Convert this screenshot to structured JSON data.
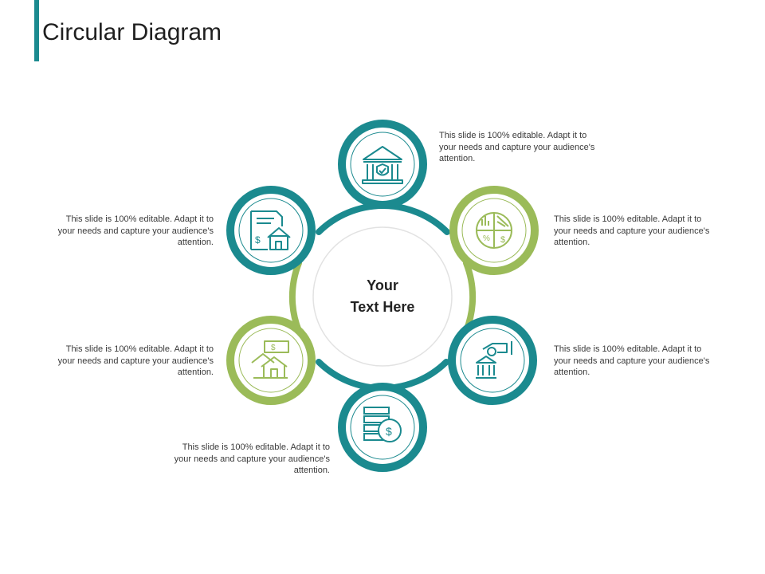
{
  "title": "Circular Diagram",
  "center_text": "Your\nText Here",
  "colors": {
    "teal": "#1b8a8f",
    "green": "#9bbb59",
    "accent_bar": "#1b8a8f"
  },
  "nodes": [
    {
      "id": "top",
      "icon": "bank-shield-icon",
      "color": "teal",
      "text": "This slide is 100% editable. Adapt it to your needs and capture your audience's attention."
    },
    {
      "id": "upper-right",
      "icon": "chart-percent-dollar-icon",
      "color": "green",
      "text": "This slide is 100% editable. Adapt it to your needs and capture your audience's attention."
    },
    {
      "id": "lower-right",
      "icon": "hand-coin-bank-icon",
      "color": "teal",
      "text": "This slide is 100% editable. Adapt it to your needs and capture your audience's attention."
    },
    {
      "id": "bottom",
      "icon": "coins-dollar-icon",
      "color": "teal",
      "text": "This slide is 100% editable. Adapt it to your needs and capture your audience's attention."
    },
    {
      "id": "lower-left",
      "icon": "house-money-icon",
      "color": "green",
      "text": "This slide is 100% editable. Adapt it to your needs and capture your audience's attention."
    },
    {
      "id": "upper-left",
      "icon": "document-house-dollar-icon",
      "color": "teal",
      "text": "This slide is 100% editable. Adapt it to your needs and capture your audience's attention."
    }
  ]
}
